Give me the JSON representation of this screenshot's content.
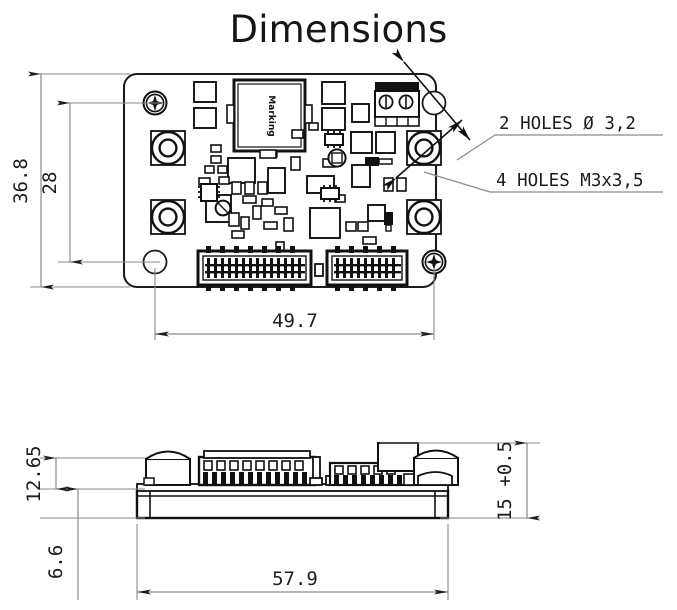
{
  "page": {
    "title": "Dimensions",
    "kind": "mechanical-dimension-drawing",
    "units": "mm",
    "line_color": "#1d1d1d",
    "dim_line_color": "#7d7d7d"
  },
  "top_view": {
    "name": "pcb-top-view",
    "board_marking_label": "Marking",
    "dimensions": {
      "height_overall": "36.8",
      "height_hole_span": "28",
      "width_hole_span": "49.7"
    },
    "callouts": [
      {
        "id": "callout-2-holes",
        "text": "2 HOLES  Ø 3,2"
      },
      {
        "id": "callout-4-holes",
        "text": "4 HOLES M3x3,5"
      }
    ]
  },
  "side_view": {
    "name": "pcb-side-view",
    "dimensions": {
      "height_components": "12.65",
      "height_board_base": "6.6",
      "height_total_tol": "15 +0.5",
      "length_overall": "57.9"
    }
  }
}
